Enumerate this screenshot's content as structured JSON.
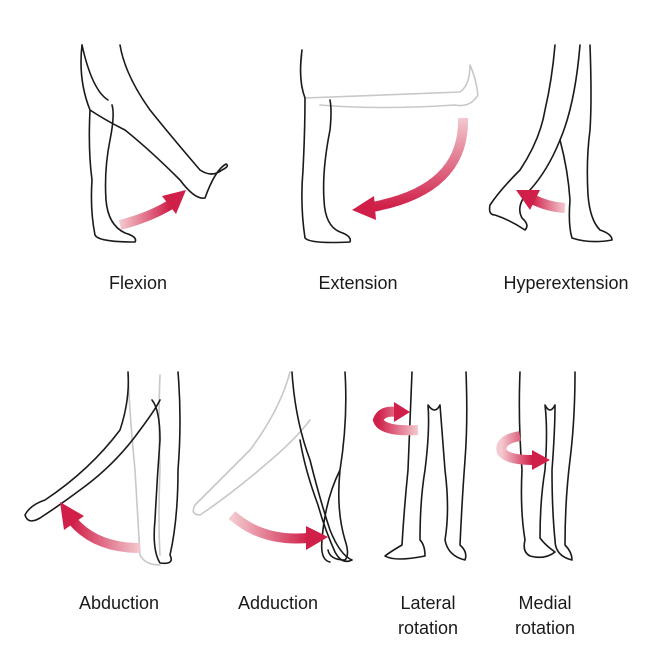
{
  "colors": {
    "arrow": "#d0204a",
    "arrow_fade": "#f3c9cf",
    "line": "#1a1a1a",
    "ghost": "#c8c8c8"
  },
  "panels": [
    {
      "label": "Flexion"
    },
    {
      "label": "Extension"
    },
    {
      "label": "Hyperextension"
    },
    {
      "label": "Abduction"
    },
    {
      "label": "Adduction"
    },
    {
      "label_line1": "Lateral",
      "label_line2": "rotation"
    },
    {
      "label_line1": "Medial",
      "label_line2": "rotation"
    }
  ]
}
